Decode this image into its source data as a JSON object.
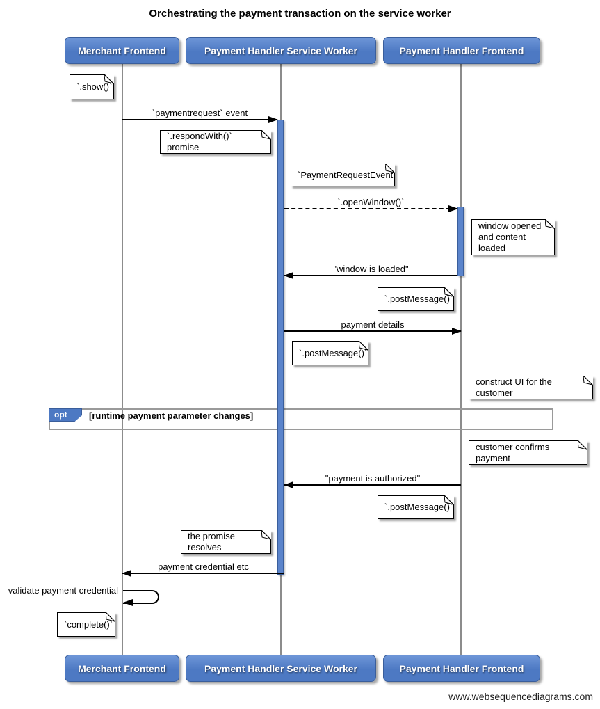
{
  "title": "Orchestrating the payment transaction on the service worker",
  "footer": "www.websequencediagrams.com",
  "actors": [
    {
      "id": "merchant-frontend",
      "label": "Merchant Frontend"
    },
    {
      "id": "payment-handler-service-worker",
      "label": "Payment Handler Service Worker"
    },
    {
      "id": "payment-handler-frontend",
      "label": "Payment Handler Frontend"
    }
  ],
  "messages": [
    {
      "label": "`paymentrequest` event",
      "from": "Merchant Frontend",
      "to": "Payment Handler Service Worker",
      "style": "solid"
    },
    {
      "label": "`.openWindow()`",
      "from": "Payment Handler Service Worker",
      "to": "Payment Handler Frontend",
      "style": "dashed"
    },
    {
      "label": "\"window is loaded\"",
      "from": "Payment Handler Frontend",
      "to": "Payment Handler Service Worker",
      "style": "solid"
    },
    {
      "label": "payment details",
      "from": "Payment Handler Service Worker",
      "to": "Payment Handler Frontend",
      "style": "solid"
    },
    {
      "label": "\"payment is authorized\"",
      "from": "Payment Handler Frontend",
      "to": "Payment Handler Service Worker",
      "style": "solid"
    },
    {
      "label": "payment credential etc",
      "from": "Payment Handler Service Worker",
      "to": "Merchant Frontend",
      "style": "solid"
    },
    {
      "label": "validate payment credential",
      "from": "Merchant Frontend",
      "to": "Merchant Frontend",
      "style": "self"
    }
  ],
  "notes": [
    {
      "text": "`.show()`",
      "anchor": "Merchant Frontend"
    },
    {
      "text": "`.respondWith()` promise",
      "anchor": "Payment Handler Service Worker"
    },
    {
      "text": "`PaymentRequestEvent`",
      "anchor": "Payment Handler Service Worker"
    },
    {
      "text": "window opened\nand content loaded",
      "anchor": "Payment Handler Frontend"
    },
    {
      "text": "`.postMessage()`",
      "anchor": "Payment Handler Frontend"
    },
    {
      "text": "`.postMessage()`",
      "anchor": "Payment Handler Service Worker"
    },
    {
      "text": "construct UI for the customer",
      "anchor": "Payment Handler Frontend"
    },
    {
      "text": "customer confirms payment",
      "anchor": "Payment Handler Frontend"
    },
    {
      "text": "`.postMessage()`",
      "anchor": "Payment Handler Frontend"
    },
    {
      "text": "the promise resolves",
      "anchor": "Payment Handler Service Worker"
    },
    {
      "text": "`complete()`",
      "anchor": "Merchant Frontend"
    }
  ],
  "fragment": {
    "operator": "opt",
    "condition": "[runtime payment parameter changes]"
  },
  "colors": {
    "actor_fill": "#4d79c3",
    "actor_fill_light": "#6e96d8",
    "actor_border": "#3a5e9b",
    "actor_text": "#ffffff",
    "activation_fill": "#5b84cb",
    "lifeline": "#8c8c8c",
    "frame_border": "#9a9a9a",
    "note_bg": "#ffffff",
    "note_border": "#000000"
  }
}
